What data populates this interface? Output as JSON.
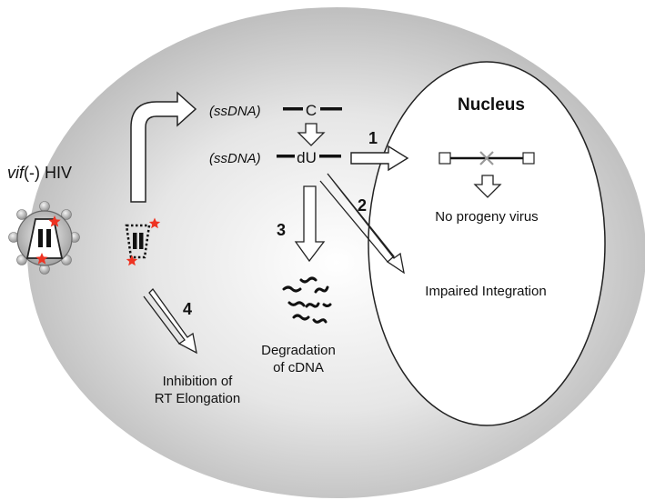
{
  "nucleus": {
    "title": "Nucleus"
  },
  "virus": {
    "label_italic": "vif",
    "label_rest": "(-) HIV"
  },
  "ssdna_label": "(ssDNA)",
  "base_c": "C",
  "base_du": "dU",
  "steps": {
    "1": {
      "number": "1"
    },
    "2": {
      "number": "2",
      "outcome": "Impaired Integration"
    },
    "3": {
      "number": "3",
      "outcome_line1": "Degradation",
      "outcome_line2": "of cDNA"
    },
    "4": {
      "number": "4",
      "outcome_line1": "Inhibition of",
      "outcome_line2": "RT Elongation"
    }
  },
  "nucleus_outcome": "No progeny virus",
  "colors": {
    "cell_fill": "#cfcfcf",
    "nucleus_fill": "#ffffff",
    "star": "#ee3322",
    "arrow_stroke": "#222222"
  }
}
